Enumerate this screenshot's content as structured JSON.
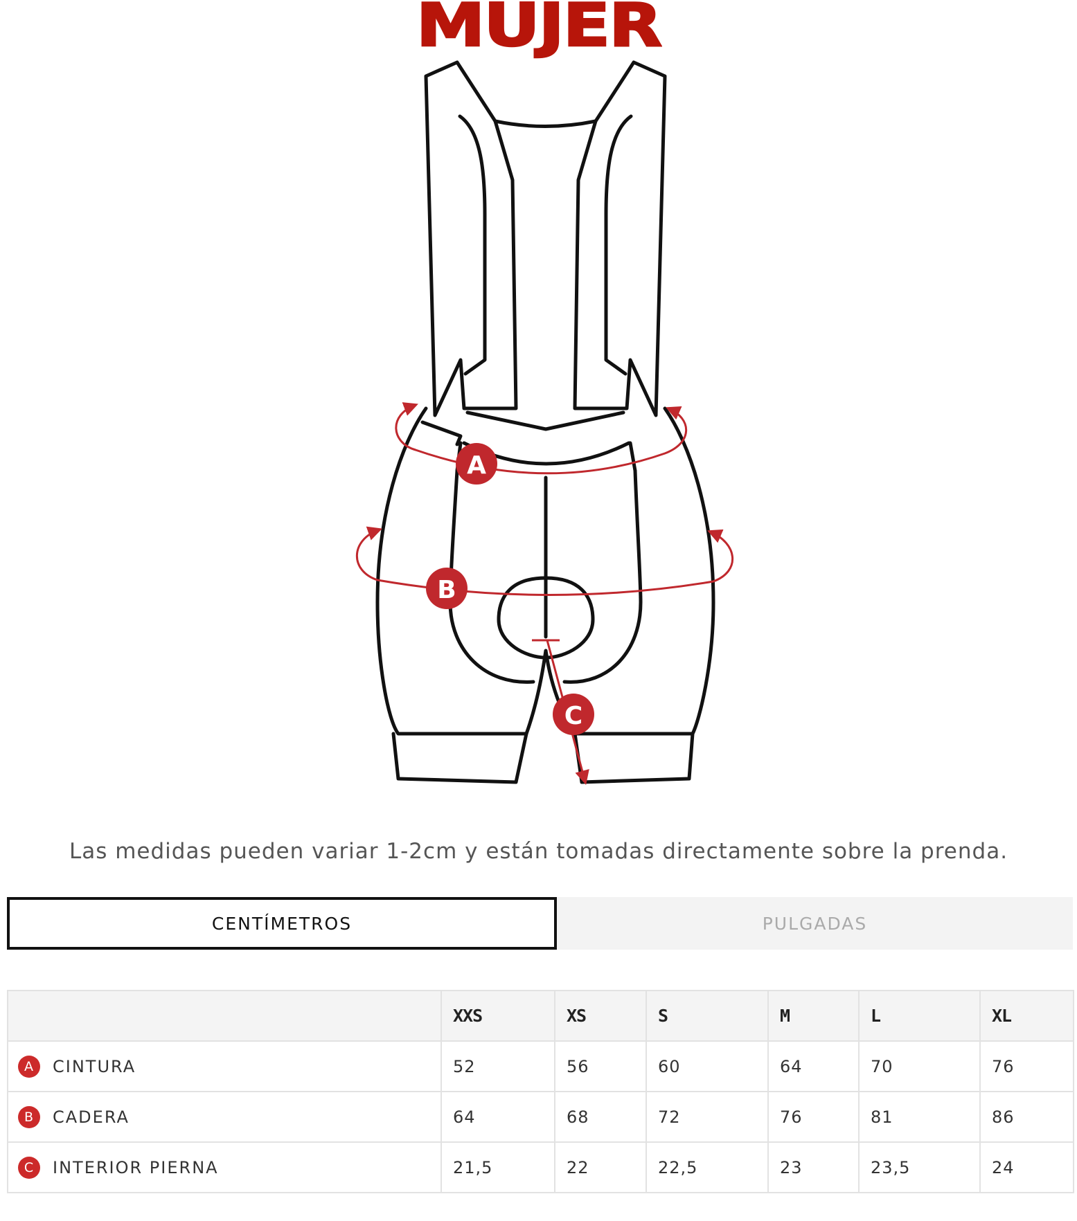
{
  "title": "MUJER",
  "diagram": {
    "markers": [
      "A",
      "B",
      "C"
    ],
    "accent_color": "#c0282d"
  },
  "note": "Las medidas pueden variar 1-2cm y están tomadas directamente sobre la prenda.",
  "unit_tabs": {
    "active": "CENTÍMETROS",
    "inactive": "PULGADAS"
  },
  "table": {
    "sizes": [
      "XXS",
      "XS",
      "S",
      "M",
      "L",
      "XL"
    ],
    "rows": [
      {
        "marker": "A",
        "label": "CINTURA",
        "values": [
          "52",
          "56",
          "60",
          "64",
          "70",
          "76"
        ]
      },
      {
        "marker": "B",
        "label": "CADERA",
        "values": [
          "64",
          "68",
          "72",
          "76",
          "81",
          "86"
        ]
      },
      {
        "marker": "C",
        "label": "INTERIOR PIERNA",
        "values": [
          "21,5",
          "22",
          "22,5",
          "23",
          "23,5",
          "24"
        ]
      }
    ]
  }
}
